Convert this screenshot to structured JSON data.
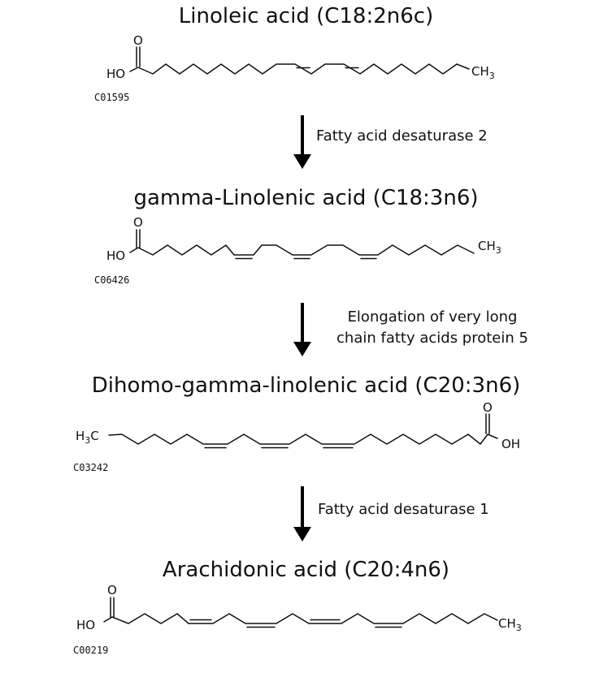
{
  "compounds": [
    {
      "name": "Linoleic acid (C18:2n6c)",
      "kegg_id": "C01595"
    },
    {
      "name": "gamma-Linolenic acid (C18:3n6)",
      "kegg_id": "C06426"
    },
    {
      "name": "Dihomo-gamma-linolenic acid (C20:3n6)",
      "kegg_id": "C03242"
    },
    {
      "name": "Arachidonic acid (C20:4n6)",
      "kegg_id": "C00219"
    }
  ],
  "enzymes": [
    {
      "name": "Fatty acid desaturase 2"
    },
    {
      "line1": "Elongation of very long",
      "line2": "chain fatty acids protein 5"
    },
    {
      "name": "Fatty acid desaturase 1"
    }
  ],
  "atoms": {
    "oxygen": "O",
    "hydroxyl_left": "HO",
    "hydroxyl_right": "OH",
    "methyl_c": "CH",
    "methyl_h": "H",
    "methyl_c_after": "C",
    "subscript_3": "3"
  }
}
